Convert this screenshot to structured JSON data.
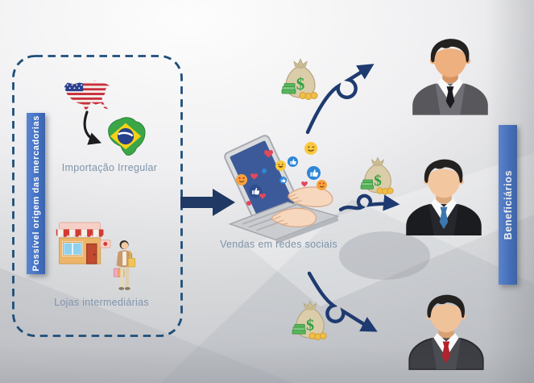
{
  "labels": {
    "left": "Possível origem das mercadorias",
    "right": "Beneficiários",
    "importacao": "Importação Irregular",
    "lojas": "Lojas intermediárias",
    "vendas": "Vendas em redes sociais"
  },
  "money_symbol": "$",
  "icons": {
    "us_flag_map": "us-flag-map",
    "brazil_flag_map": "brazil-flag-map",
    "import_arrow": "curved-black-arrow",
    "store": "storefront",
    "shopper": "person-with-shopping-bags",
    "flow_arrow": "big-right-block-arrow",
    "laptop": "laptop-social-media-hands",
    "social_icons": [
      "thumbs-up",
      "heart",
      "smiley",
      "laughing-emoji",
      "heart-eyes-emoji"
    ],
    "money_bag": "money-bag-dollar",
    "money_arrows": [
      "loop-arrow-up-right",
      "loop-arrow-right",
      "loop-arrow-down-right"
    ],
    "beneficiaries": [
      "businessman-gray-suit-black-tie",
      "businessman-black-suit-blue-tie",
      "businessman-dark-suit-red-tie"
    ]
  },
  "colors": {
    "accent_blue": "#4472c4",
    "navy_arrow": "#1f3864",
    "dash_border": "#1e4e79",
    "caption_text": "#7e93ab",
    "screen_blue": "#3c5a99",
    "money_green": "#2f9e41",
    "heart_red": "#e2485c",
    "thumb_blue": "#2f86d6",
    "tie_blue": "#3d77b0",
    "tie_red": "#b5202a"
  }
}
